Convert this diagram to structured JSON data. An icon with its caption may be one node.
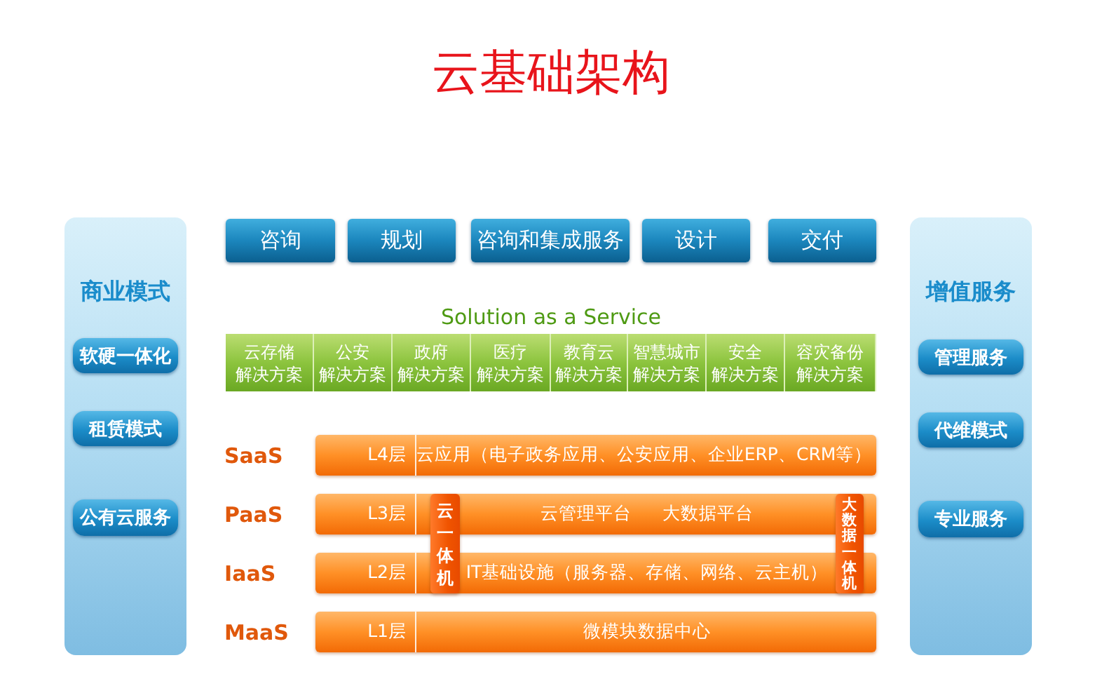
{
  "diagram": {
    "title": "云基础架构",
    "nodes": [
      {
        "text": [
          "商业模式"
        ]
      },
      {
        "text": [
          "软硬一体化"
        ],
        "in": 0
      },
      {
        "text": [
          "租赁模式"
        ],
        "in": 0
      },
      {
        "text": [
          "公有云服务"
        ],
        "in": 0
      },
      {
        "text": [
          "咨询"
        ]
      },
      {
        "text": [
          "规划"
        ]
      },
      {
        "text": [
          "咨询和集成服务"
        ]
      },
      {
        "text": [
          "设计"
        ]
      },
      {
        "text": [
          "交付"
        ]
      },
      {
        "text": [
          "云存储",
          "解决方案"
        ]
      },
      {
        "text": [
          "公安",
          "解决方案"
        ]
      },
      {
        "text": [
          "政府",
          "解决方案"
        ]
      },
      {
        "text": [
          "医疗",
          "解决方案"
        ]
      },
      {
        "text": [
          "教育云",
          "解决方案"
        ]
      },
      {
        "text": [
          "智慧城市",
          "解决方案"
        ]
      },
      {
        "text": [
          "安全",
          "解决方案"
        ]
      },
      {
        "text": [
          "容灾备份",
          "解决方案"
        ]
      },
      {
        "text": [
          "L4层",
          "云应用（电子政务应用、公安应用、企业ERP、CRM等）"
        ],
        "beside": [
          "SaaS"
        ]
      },
      {
        "text": [
          "L3层",
          "云管理平台",
          "大数据平台"
        ],
        "beside": [
          "PaaS"
        ]
      },
      {
        "text": [
          "L2层",
          "IT基础设施（服务器、存储、网络、云主机）"
        ],
        "beside": [
          "IaaS"
        ]
      },
      {
        "text": [
          "L1层",
          "微模块数据中心"
        ],
        "beside": [
          "MaaS"
        ]
      },
      {
        "text": [
          "云一体机"
        ]
      },
      {
        "text": [
          "大数据一体机"
        ]
      },
      {
        "text": [
          "增值服务"
        ]
      },
      {
        "text": [
          "管理服务"
        ],
        "in": 23
      },
      {
        "text": [
          "代维模式"
        ],
        "in": 23
      },
      {
        "text": [
          "专业服务"
        ],
        "in": 23
      }
    ],
    "labels": [
      "Solution as a Service"
    ]
  }
}
